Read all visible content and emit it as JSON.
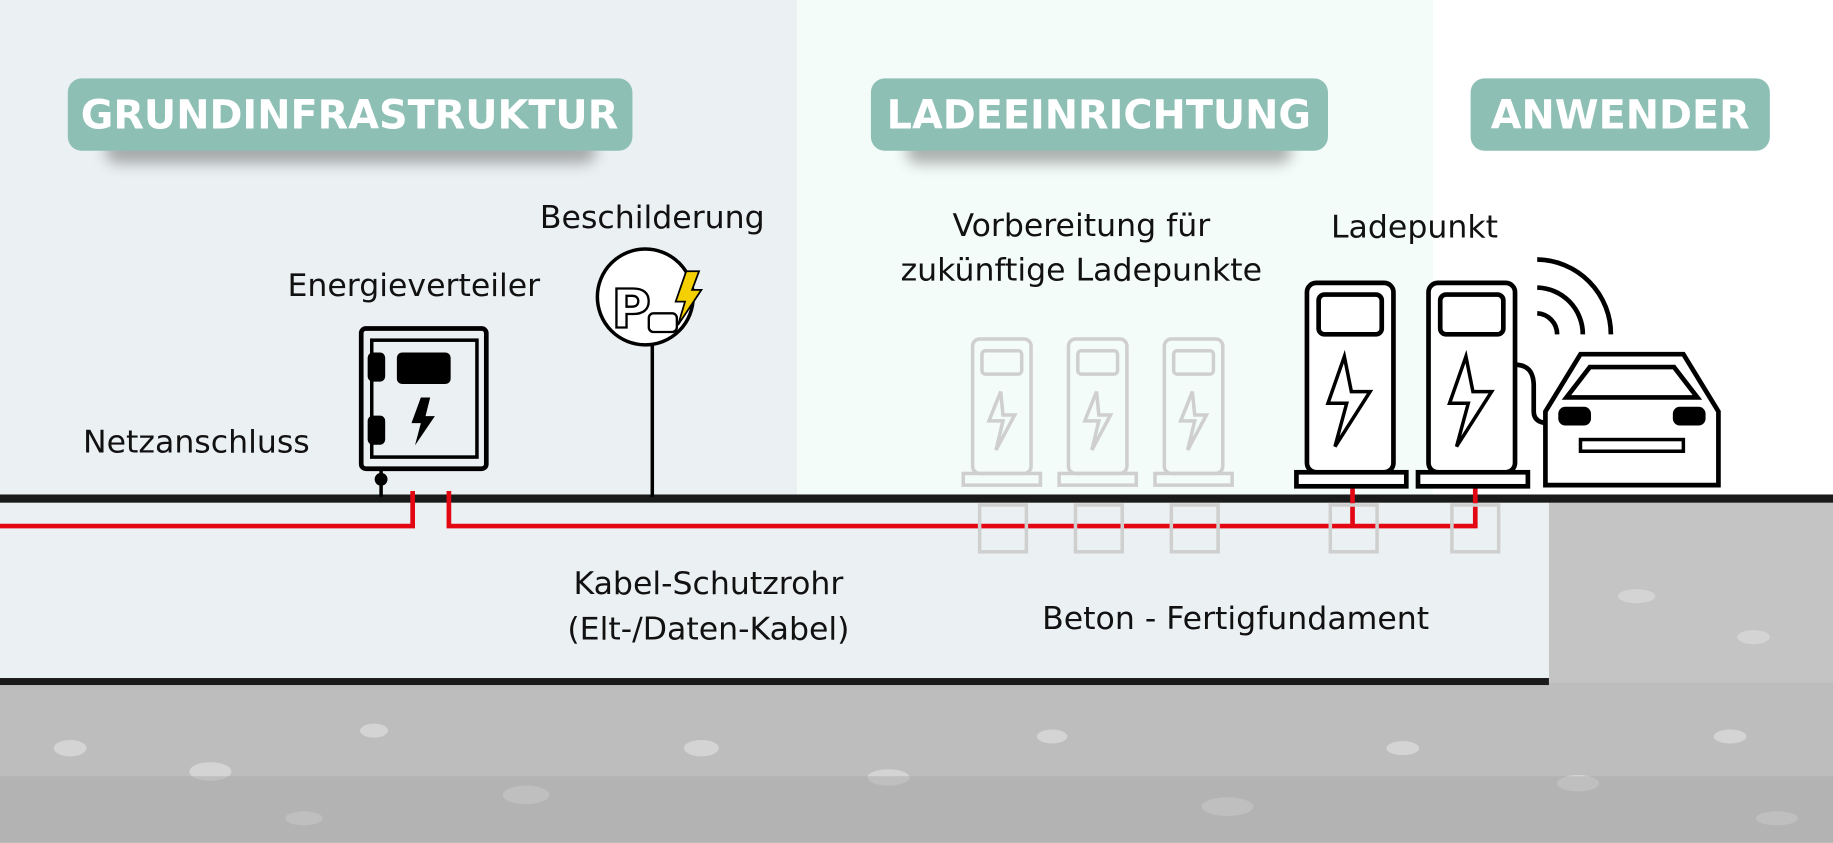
{
  "headers": {
    "basic_infrastructure": "GRUNDINFRASTRUKTUR",
    "charging_equipment": "LADEEINRICHTUNG",
    "users": "ANWENDER"
  },
  "labels": {
    "signage": "Beschilderung",
    "distributor": "Energieverteiler",
    "grid_connection": "Netzanschluss",
    "preparation_line1": "Vorbereitung für",
    "preparation_line2": "zukünftige Ladepunkte",
    "charge_point": "Ladepunkt",
    "conduit_line1": "Kabel-Schutzrohr",
    "conduit_line2": "(Elt-/Daten-Kabel)",
    "foundation": "Beton - Fertigfundament"
  },
  "colors": {
    "header_bg": "#8dbfb5",
    "cable": "#e30613",
    "lightning": "#f5d000",
    "panel_left": "#ebf0f2",
    "panel_mid": "#f3fcf9",
    "gravel": "#bdbdbd"
  }
}
